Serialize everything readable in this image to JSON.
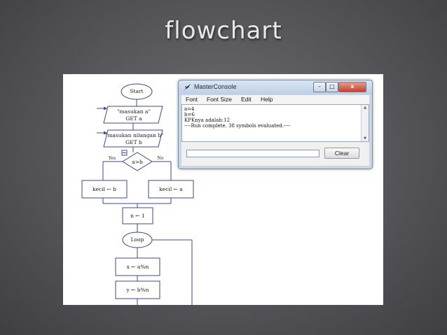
{
  "slide": {
    "title": "flowchart"
  },
  "flowchart": {
    "start": "Start",
    "input_a_line1": "\"masukan a\"",
    "input_a_line2": "GET a",
    "input_b_line1": "\"masukan nilangan b\"",
    "input_b_line2": "GET b",
    "decision": "a>b",
    "yes": "Yes",
    "no": "No",
    "left_assign": "kecil ← b",
    "right_assign": "kecil ← a",
    "init_n": "n ← 1",
    "loop": "Loop",
    "x_assign": "x ← a%n",
    "y_assign": "y ← b%n"
  },
  "console": {
    "title": "MasterConsole",
    "menu": [
      "Font",
      "Font Size",
      "Edit",
      "Help"
    ],
    "output": [
      "a=4",
      "b=6",
      "KPKnya adalah:12",
      "----Run complete.  38 symbols evaluated.----"
    ],
    "input_value": "",
    "clear_label": "Clear",
    "controls": {
      "minimize": "–",
      "maximize": "□",
      "close": "x"
    }
  },
  "colors": {
    "flow_stroke": "#3b4a8a",
    "arrow": "#3b4a8a"
  }
}
